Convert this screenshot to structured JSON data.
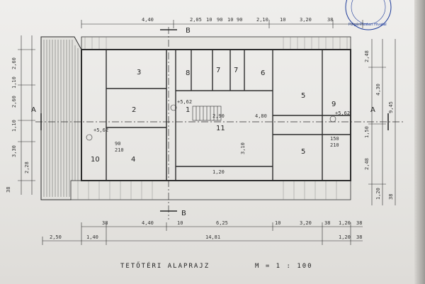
{
  "title": "TETŐTÉRI ALAPRAJZ",
  "scale": "M = 1 : 100",
  "section_marks": {
    "a": "A",
    "b": "B"
  },
  "top_dims": [
    "4,40",
    "2,05",
    "10",
    "90",
    "10",
    "90",
    "2,10",
    "10",
    "3,20",
    "38"
  ],
  "bottom_dims_row1": [
    "38",
    "4,40",
    "10",
    "6,25",
    "10",
    "3,20",
    "38",
    "1,20",
    "38"
  ],
  "bottom_dims_row2": [
    "2,50",
    "1,40",
    "14,81",
    "1,20",
    "38"
  ],
  "left_dims": [
    "2,60",
    "1,10",
    "2,60",
    "1,10",
    "3,30",
    "2,28",
    "38"
  ],
  "right_dims": [
    "2,48",
    "4,30",
    "9,45",
    "1,50",
    "2,48",
    "1,20",
    "38"
  ],
  "rooms": {
    "r1": "1",
    "r2": "2",
    "r3": "3",
    "r4": "4",
    "r5a": "5",
    "r5b": "5",
    "r6": "6",
    "r7a": "7",
    "r7b": "7",
    "r8": "8",
    "r9": "9",
    "r10": "10",
    "r11": "11"
  },
  "levels": {
    "l1": "+5,62",
    "l2": "+5,62",
    "l3": "+5,62"
  },
  "inner_dims": [
    "90",
    "210",
    "2,90",
    "4,80",
    "3,10",
    "1,20",
    "150",
    "210"
  ],
  "stamp_text": "Polgármesteri Hivatal",
  "colors": {
    "ink": "#2c2c2c",
    "stamp": "#1c3a9a",
    "paper": "#ecebe8"
  }
}
